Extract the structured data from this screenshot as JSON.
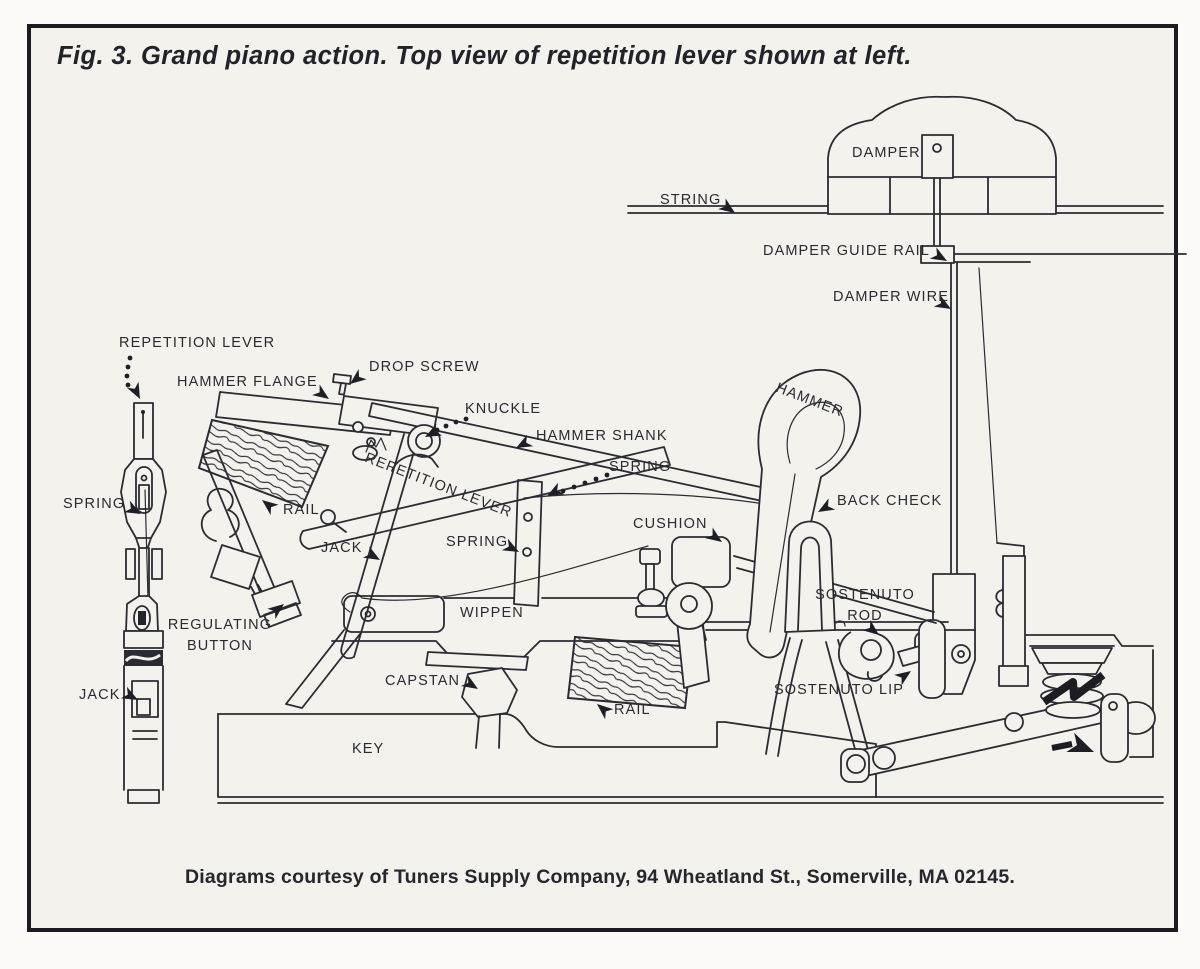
{
  "figure": {
    "title": "Fig. 3. Grand piano action. Top view of repetition lever shown at left.",
    "caption": "Diagrams courtesy of Tuners Supply Company, 94 Wheatland St., Somerville, MA 02145."
  },
  "colors": {
    "paper": "#f4f2ed",
    "ink": "#2b2b33",
    "frame": "#1b1b21"
  },
  "labels": {
    "string": "STRING",
    "damper": "DAMPER",
    "damper_guide_rail": "DAMPER GUIDE RAIL",
    "damper_wire": "DAMPER WIRE",
    "repetition_lever_top": "REPETITION LEVER",
    "hammer_flange": "HAMMER FLANGE",
    "drop_screw": "DROP SCREW",
    "knuckle": "KNUCKLE",
    "hammer_shank": "HAMMER SHANK",
    "spring_shank": "SPRING",
    "hammer": "HAMMER",
    "back_check": "BACK CHECK",
    "cushion": "CUSHION",
    "repetition_lever_main": "REPETITION LEVER",
    "spring_side": "SPRING",
    "rail_upper": "RAIL",
    "jack_main": "JACK",
    "spring_wippen": "SPRING",
    "wippen": "WIPPEN",
    "regulating_button": "REGULATING BUTTON",
    "sostenuto_rod": "SOSTENUTO ROD",
    "capstan": "CAPSTAN",
    "rail_lower": "RAIL",
    "sostenuto_lip": "SOSTENUTO LIP",
    "jack_side": "JACK",
    "key": "KEY"
  }
}
